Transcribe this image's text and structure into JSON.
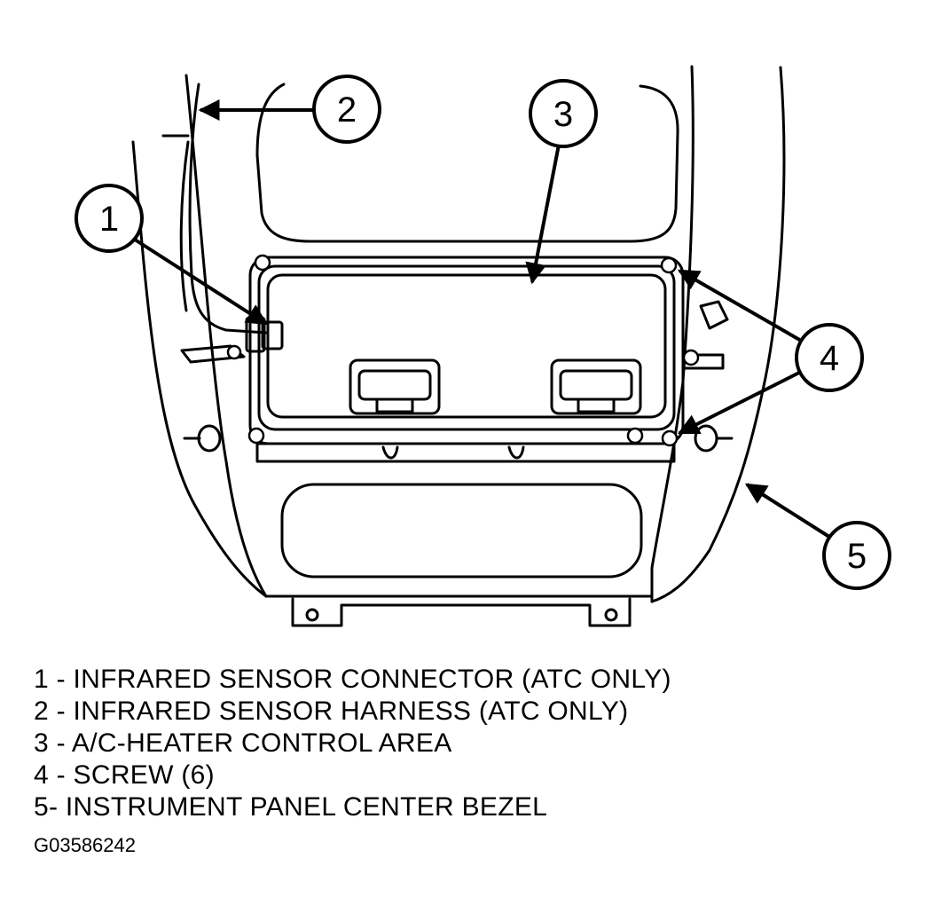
{
  "callouts": [
    {
      "number": "1"
    },
    {
      "number": "2"
    },
    {
      "number": "3"
    },
    {
      "number": "4"
    },
    {
      "number": "5"
    }
  ],
  "legend": [
    "1 - INFRARED SENSOR CONNECTOR (ATC ONLY)",
    "2 - INFRARED SENSOR HARNESS (ATC ONLY)",
    "3 - A/C-HEATER CONTROL AREA",
    "4 - SCREW (6)",
    "5- INSTRUMENT PANEL CENTER BEZEL"
  ],
  "figure_id": "G03586242"
}
